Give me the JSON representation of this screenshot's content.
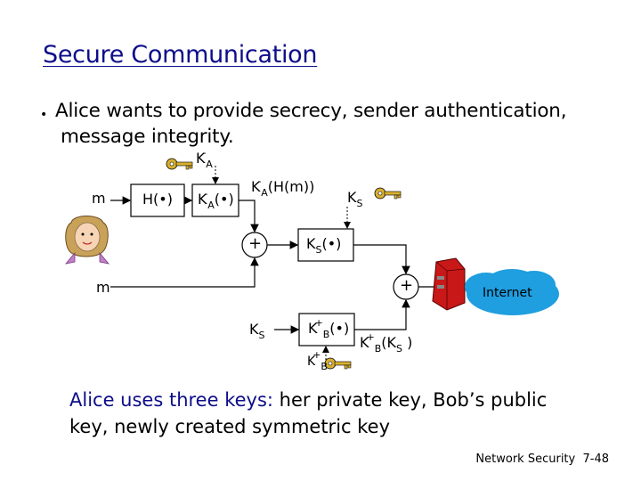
{
  "title": "Secure Communication",
  "bullet": {
    "line1": "Alice wants to provide secrecy, sender authentication,",
    "line2": "message integrity."
  },
  "diagram": {
    "m_top": "m",
    "m_bottom": "m",
    "hash_box": "H(•)",
    "sign_box": "K",
    "sign_box_sub": "A",
    "sign_box_arg": "(•)",
    "key_top_main": "K",
    "key_top_sub": "A",
    "key_top_sup": "-",
    "signed_hash": "K",
    "signed_hash_sub": "A",
    "signed_hash_arg": "(H(m))",
    "ks_key": "K",
    "ks_key_sub": "S",
    "plus1": "+",
    "ks_func": "K",
    "ks_func_sub": "S",
    "ks_func_arg": "(•)",
    "plus2": "+",
    "internet": "Internet",
    "ks_bottom": "K",
    "ks_bottom_sub": "S",
    "kb_box": "K",
    "kb_box_sub": "B",
    "kb_box_arg": "(•)",
    "kb_ks": "K",
    "kb_ks_sub": "B",
    "kb_ks_arg": "(K",
    "kb_ks_arg2": "S",
    "kb_ks_arg3": " )",
    "kb_key": "K",
    "kb_key_sub": "B",
    "sup_minus": "-",
    "sup_plus": "+"
  },
  "caption": {
    "part1": "Alice uses three keys:",
    "part2": " her private key, Bob’s public",
    "line2": "key, newly created symmetric key"
  },
  "footer": {
    "label": "Network Security",
    "page": "7-48"
  },
  "colors": {
    "title": "#0d0d8a",
    "internet_cloud": "#1f9ee0",
    "key": "#d8b030"
  }
}
